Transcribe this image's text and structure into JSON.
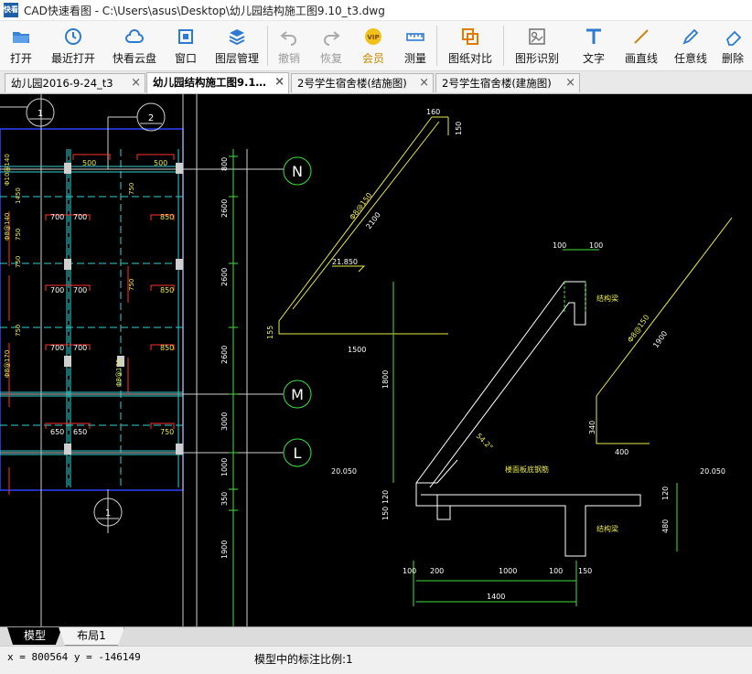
{
  "window": {
    "title": "CAD快速看图 - C:\\Users\\asus\\Desktop\\幼儿园结构施工图9.10_t3.dwg",
    "logo_text": "快看"
  },
  "toolbar": {
    "items": [
      {
        "label": "打开",
        "icon": "folder-open-icon"
      },
      {
        "label": "最近打开",
        "icon": "recent-clock-icon"
      },
      {
        "label": "快看云盘",
        "icon": "cloud-icon"
      },
      {
        "label": "窗口",
        "icon": "window-icon"
      },
      {
        "label": "图层管理",
        "icon": "layers-icon"
      },
      {
        "label": "撤销",
        "icon": "undo-icon"
      },
      {
        "label": "恢复",
        "icon": "redo-icon"
      },
      {
        "label": "会员",
        "icon": "vip-icon"
      },
      {
        "label": "测量",
        "icon": "ruler-icon"
      },
      {
        "label": "图纸对比",
        "icon": "compare-icon"
      },
      {
        "label": "图形识别",
        "icon": "shape-recognize-icon"
      },
      {
        "label": "文字",
        "icon": "text-t-icon"
      },
      {
        "label": "画直线",
        "icon": "line-icon"
      },
      {
        "label": "任意线",
        "icon": "pen-icon"
      },
      {
        "label": "删除",
        "icon": "eraser-icon"
      }
    ]
  },
  "tabs": [
    {
      "label": "幼儿园2016-9-24_t3",
      "close": "×"
    },
    {
      "label": "幼儿园结构施工图9.1…",
      "close": "×"
    },
    {
      "label": "2号学生宿舍楼(结施图)",
      "close": "×"
    },
    {
      "label": "2号学生宿舍楼(建施图)",
      "close": "×"
    }
  ],
  "colors": {
    "canvas_bg": "#000000",
    "axis_line": "#d0d0d0",
    "dim_green": "#3fe03f",
    "yellow": "#e8e84a",
    "cyan": "#35d0d0",
    "red": "#ff3030",
    "blue_border": "#2a40ff",
    "white": "#ffffff"
  },
  "drawing": {
    "axis_labels": [
      "N",
      "M",
      "L",
      "1",
      "2",
      "1"
    ],
    "plan_dims": [
      "500",
      "500",
      "700",
      "700",
      "850",
      "700",
      "700",
      "850",
      "700",
      "700",
      "850",
      "650",
      "650",
      "750"
    ],
    "vertical_dims": [
      "800",
      "2600",
      "2600",
      "2600",
      "3000",
      "1000",
      "350",
      "1900"
    ],
    "left_notes": [
      "Φ10@140",
      "Φ8@140",
      "1450",
      "750",
      "750",
      "Φ8@170",
      "Φ8@170",
      "750",
      "750",
      "750"
    ],
    "stair": {
      "top_dim": "160",
      "side_dim": "150",
      "rebar_top": "Φ8@150",
      "length_dim": "2100",
      "level_top": "21.850",
      "level_left": "20.050",
      "level_right": "20.050",
      "hor_1500": "1500",
      "dim_155": "155",
      "dim_100a": "100",
      "dim_100b": "100",
      "dim_1800": "1800",
      "beam_label_1": "结构梁",
      "beam_label_2": "结构梁",
      "rebar_right": "Φ8@150",
      "dim_1900": "1900",
      "dim_340": "340",
      "dim_400": "400",
      "angle": "54.2°",
      "dim_120": "120",
      "dim_150": "150",
      "slab_note": "楼面板底钢筋",
      "dim_120b": "120",
      "dim_480": "480",
      "bottom_dims": [
        "100",
        "200",
        "1000",
        "100",
        "150"
      ],
      "total_dim": "1400"
    }
  },
  "layout_tabs": {
    "model": "模型",
    "layout1": "布局1"
  },
  "status": {
    "coords": "x = 800564  y = -146149",
    "scale": "模型中的标注比例:1"
  }
}
